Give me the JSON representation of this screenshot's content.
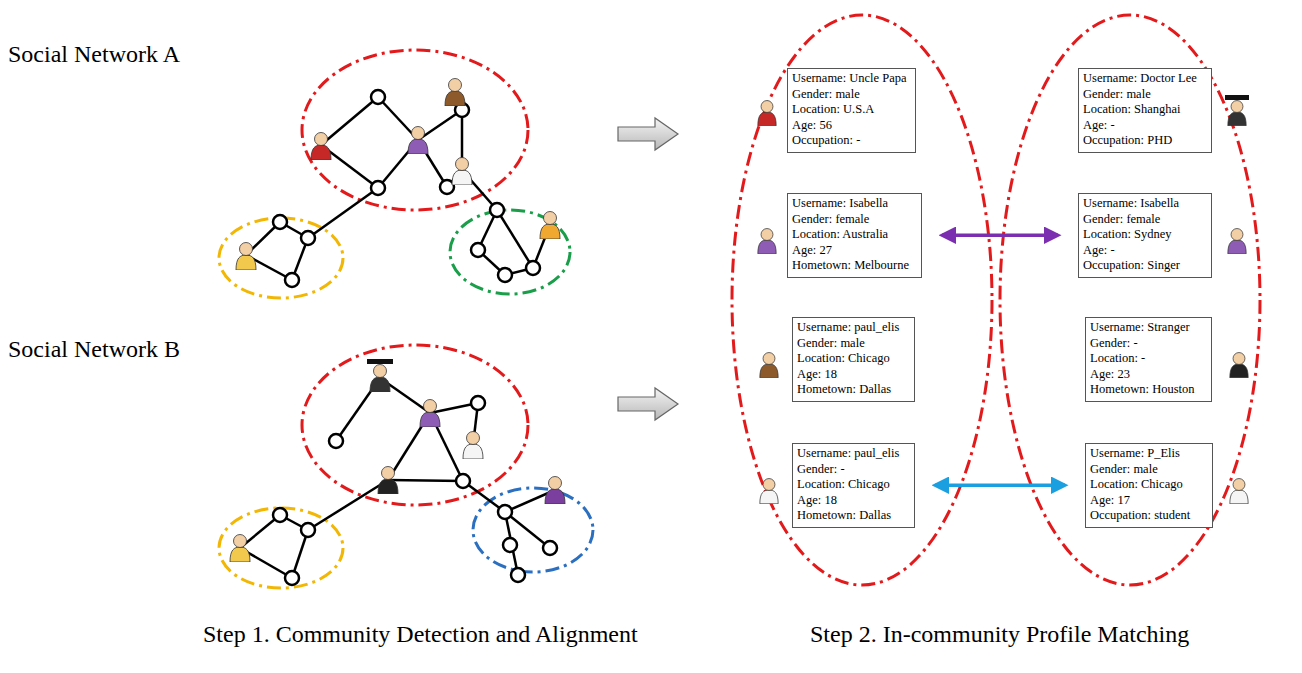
{
  "diagram": {
    "nodes": [
      {
        "text": [
          "Username: Uncle Papa",
          "Gender: male",
          "Location: U.S.A",
          "Age: 56",
          "Occupation: -"
        ]
      },
      {
        "text": [
          "Username: Doctor Lee",
          "Gender: male",
          "Location: Shanghai",
          "Age: -",
          "Occupation: PHD"
        ]
      },
      {
        "text": [
          "Username: Isabella",
          "Gender: female",
          "Location: Australia",
          "Age: 27",
          "Hometown: Melbourne"
        ]
      },
      {
        "text": [
          "Username: Isabella",
          "Gender: female",
          "Location: Sydney",
          "Age: -",
          "Occupation: Singer"
        ]
      },
      {
        "text": [
          "Username: paul_elis",
          "Gender: male",
          "Location: Chicago",
          "Age: 18",
          "Hometown: Dallas"
        ]
      },
      {
        "text": [
          "Username: Stranger",
          "Gender: -",
          "Location: -",
          "Age: 23",
          "Hometown: Houston"
        ]
      },
      {
        "text": [
          "Username: paul_elis",
          "Gender: -",
          "Location: Chicago",
          "Age: 18",
          "Hometown: Dallas"
        ]
      },
      {
        "text": [
          "Username: P_Elis",
          "Gender: male",
          "Location: Chicago",
          "Age: 17",
          "Occupation: student"
        ]
      }
    ],
    "edges": [
      {
        "from": 2,
        "to": 3,
        "arrow": "both"
      },
      {
        "from": 6,
        "to": 7,
        "arrow": "both"
      }
    ],
    "labels": [
      "Social Network A",
      "Social Network B",
      "Step 1. Community Detection and Alignment",
      "Step 2. In-community Profile Matching"
    ]
  }
}
